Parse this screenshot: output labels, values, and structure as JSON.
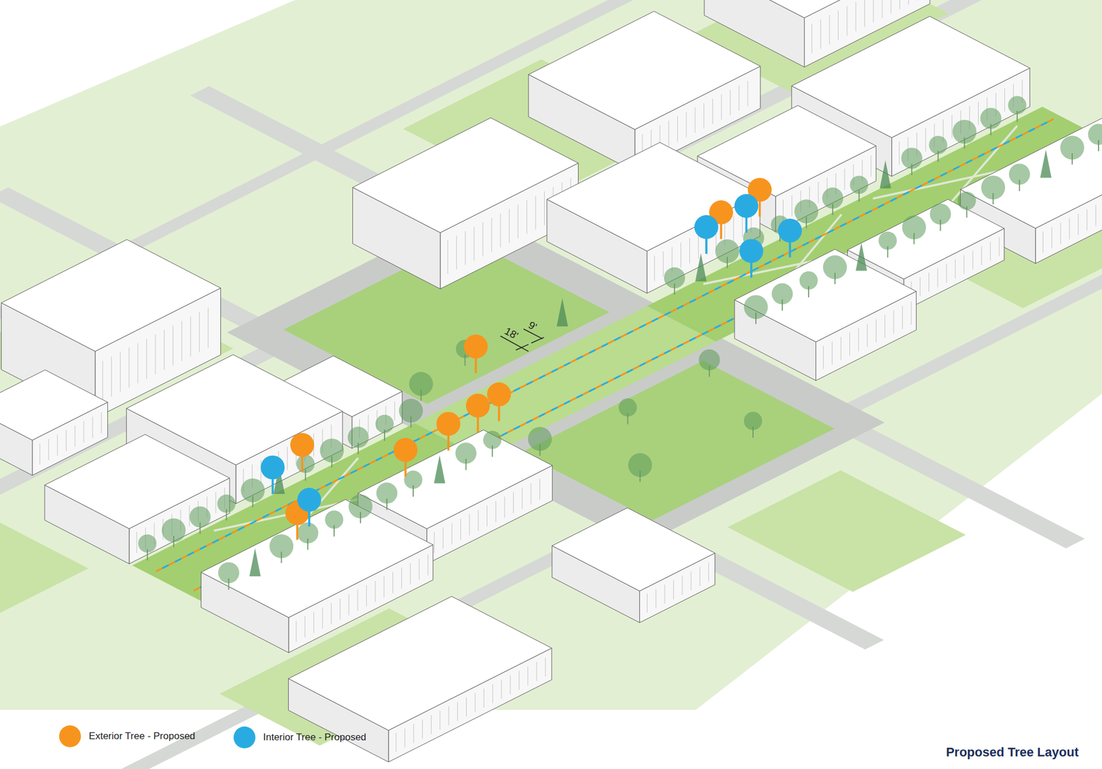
{
  "diagram": {
    "title": "Proposed Tree Layout",
    "labels": [
      "18'",
      "9'"
    ],
    "legend": [
      {
        "text": "Exterior Tree - Proposed",
        "color": "#f7941d"
      },
      {
        "text": "Interior Tree - Proposed",
        "color": "#29abe2"
      }
    ]
  }
}
